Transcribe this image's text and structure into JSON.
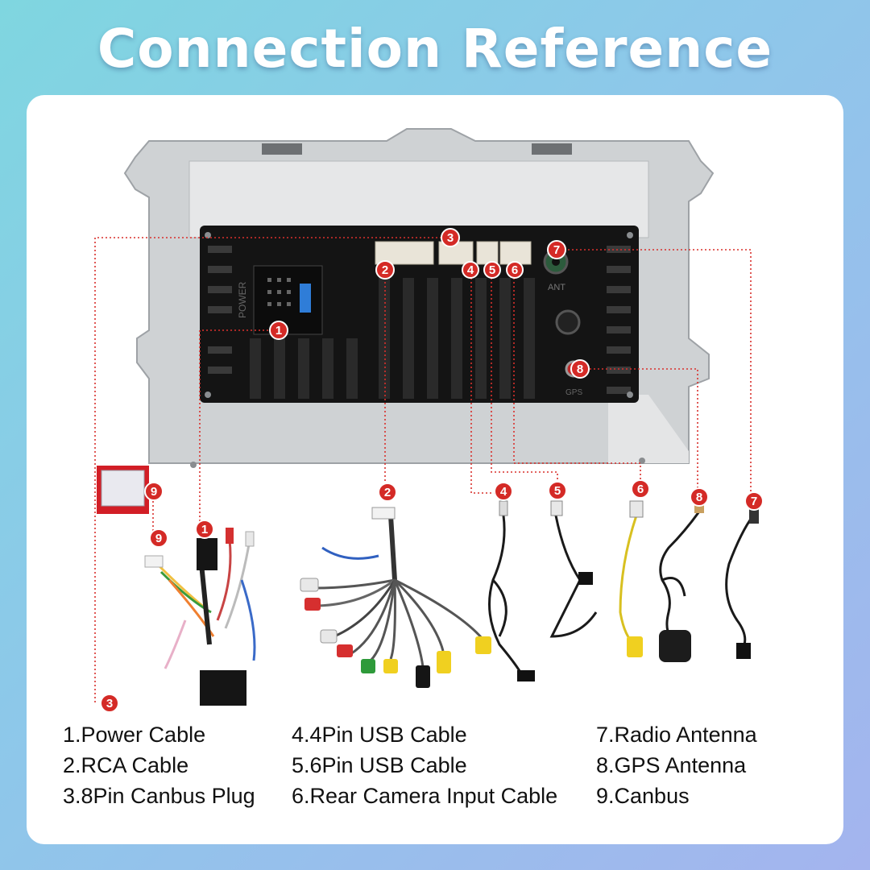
{
  "title": "Connection Reference",
  "legend": {
    "col1": [
      "1.Power Cable",
      "2.RCA Cable",
      "3.8Pin Canbus Plug"
    ],
    "col2": [
      "4.4Pin USB Cable",
      "5.6Pin USB Cable",
      "6.Rear Camera Input Cable"
    ],
    "col3": [
      "7.Radio Antenna",
      "8.GPS Antenna",
      "9.Canbus"
    ]
  },
  "unit_labels": {
    "power": "POWER",
    "ant": "ANT",
    "gps": "GPS"
  },
  "markers": {
    "m1": "1",
    "m2": "2",
    "m3": "3",
    "m4": "4",
    "m5": "5",
    "m6": "6",
    "m7": "7",
    "m8": "8",
    "m9": "9"
  },
  "colors": {
    "marker_red": "#d42a26",
    "dotted_line": "#d9302c",
    "title_text": "#ffffff"
  }
}
